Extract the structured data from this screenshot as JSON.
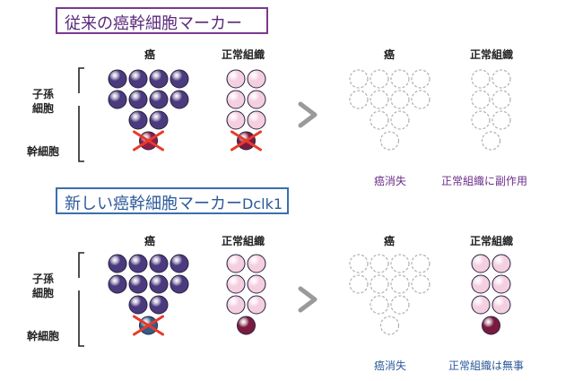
{
  "top": {
    "title": "従来の癌幹細胞マーカー",
    "cancer_label": "癌",
    "normal_label": "正常組織",
    "after_cancer_label": "癌",
    "after_normal_label": "正常組織",
    "progeny_label_line1": "子孫",
    "progeny_label_line2": "細胞",
    "stem_label": "幹細胞",
    "result_cancer": "癌消失",
    "result_normal": "正常組織に副作用"
  },
  "bottom": {
    "title": "新しい癌幹細胞マーカー",
    "title_suffix": "Dclk1",
    "cancer_label": "癌",
    "normal_label": "正常組織",
    "after_cancer_label": "癌",
    "after_normal_label": "正常組織",
    "progeny_label_line1": "子孫",
    "progeny_label_line2": "細胞",
    "stem_label": "幹細胞",
    "result_cancer": "癌消失",
    "result_normal": "正常組織は無事"
  },
  "colors": {
    "cancer_cell": "#4b3a7e",
    "normal_cell": "#f4cfe0",
    "normal_stem": "#7a1a40",
    "cancer_stem_old": "#8a1d4a",
    "cancer_stem_new": "#2f5f8a",
    "cross": "#e83a2a",
    "arrow": "#9a9a9a",
    "ghost": "#b0b0b0"
  }
}
